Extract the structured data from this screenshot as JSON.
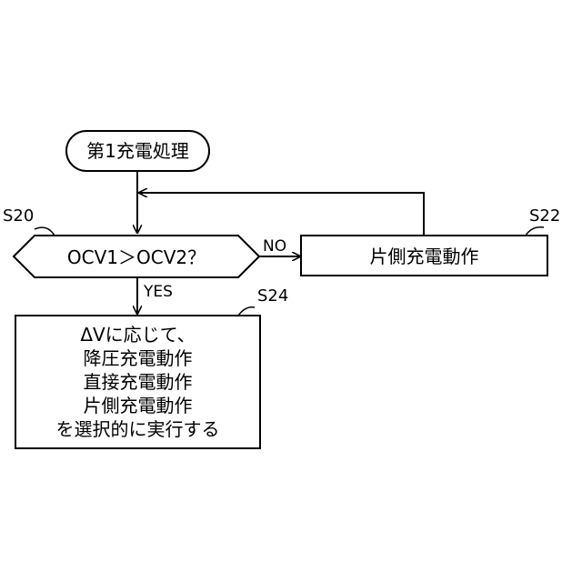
{
  "nodes": {
    "start": {
      "label": "第1充電処理"
    },
    "decision": {
      "label": "OCV1＞OCV2？",
      "step": "S20"
    },
    "one_side": {
      "label": "片側充電動作",
      "step": "S22"
    },
    "selective": {
      "step": "S24",
      "lines": [
        "ΔVに応じて、",
        "降圧充電動作",
        "直接充電動作",
        "片側充電動作",
        "を選択的に実行する"
      ]
    }
  },
  "edges": {
    "no_label": "NO",
    "yes_label": "YES"
  }
}
